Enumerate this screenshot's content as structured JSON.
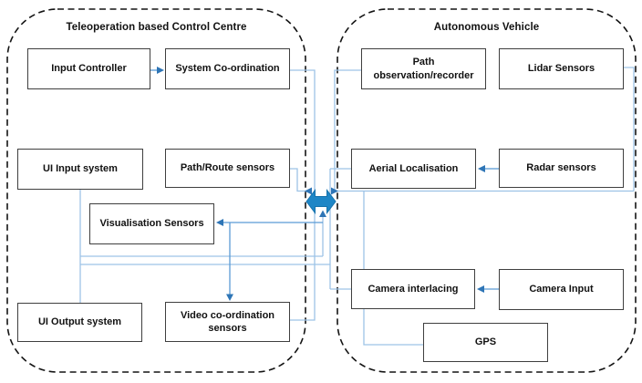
{
  "colors": {
    "connector_light": "#9DC3E6",
    "connector_mid": "#5B9BD5",
    "arrowhead": "#2E75B6",
    "exchange_arrow": "#1E86C6",
    "exchange_arrow_edge": "#1672AC",
    "box_border": "#3F3F3F",
    "container_border": "#141414"
  },
  "containers": [
    {
      "id": "control-centre",
      "title": "Teleoperation based Control Centre"
    },
    {
      "id": "vehicle",
      "title": "Autonomous Vehicle"
    }
  ],
  "nodes": [
    {
      "id": "input-controller",
      "label": "Input Controller"
    },
    {
      "id": "system-coordination",
      "label": "System Co-ordination"
    },
    {
      "id": "ui-input-system",
      "label": "UI Input system"
    },
    {
      "id": "path-route-sensors",
      "label": "Path/Route sensors"
    },
    {
      "id": "visualisation-sensors",
      "label": "Visualisation Sensors"
    },
    {
      "id": "ui-output-system",
      "label": "UI Output system"
    },
    {
      "id": "video-coordination-sensors",
      "label": "Video co-ordination sensors"
    },
    {
      "id": "path-observation-recorder",
      "label": "Path observation/recorder"
    },
    {
      "id": "lidar-sensors",
      "label": "Lidar Sensors"
    },
    {
      "id": "aerial-localisation",
      "label": "Aerial Localisation"
    },
    {
      "id": "radar-sensors",
      "label": "Radar sensors"
    },
    {
      "id": "camera-interlacing",
      "label": "Camera interlacing"
    },
    {
      "id": "camera-input",
      "label": "Camera Input"
    },
    {
      "id": "gps",
      "label": "GPS"
    }
  ]
}
